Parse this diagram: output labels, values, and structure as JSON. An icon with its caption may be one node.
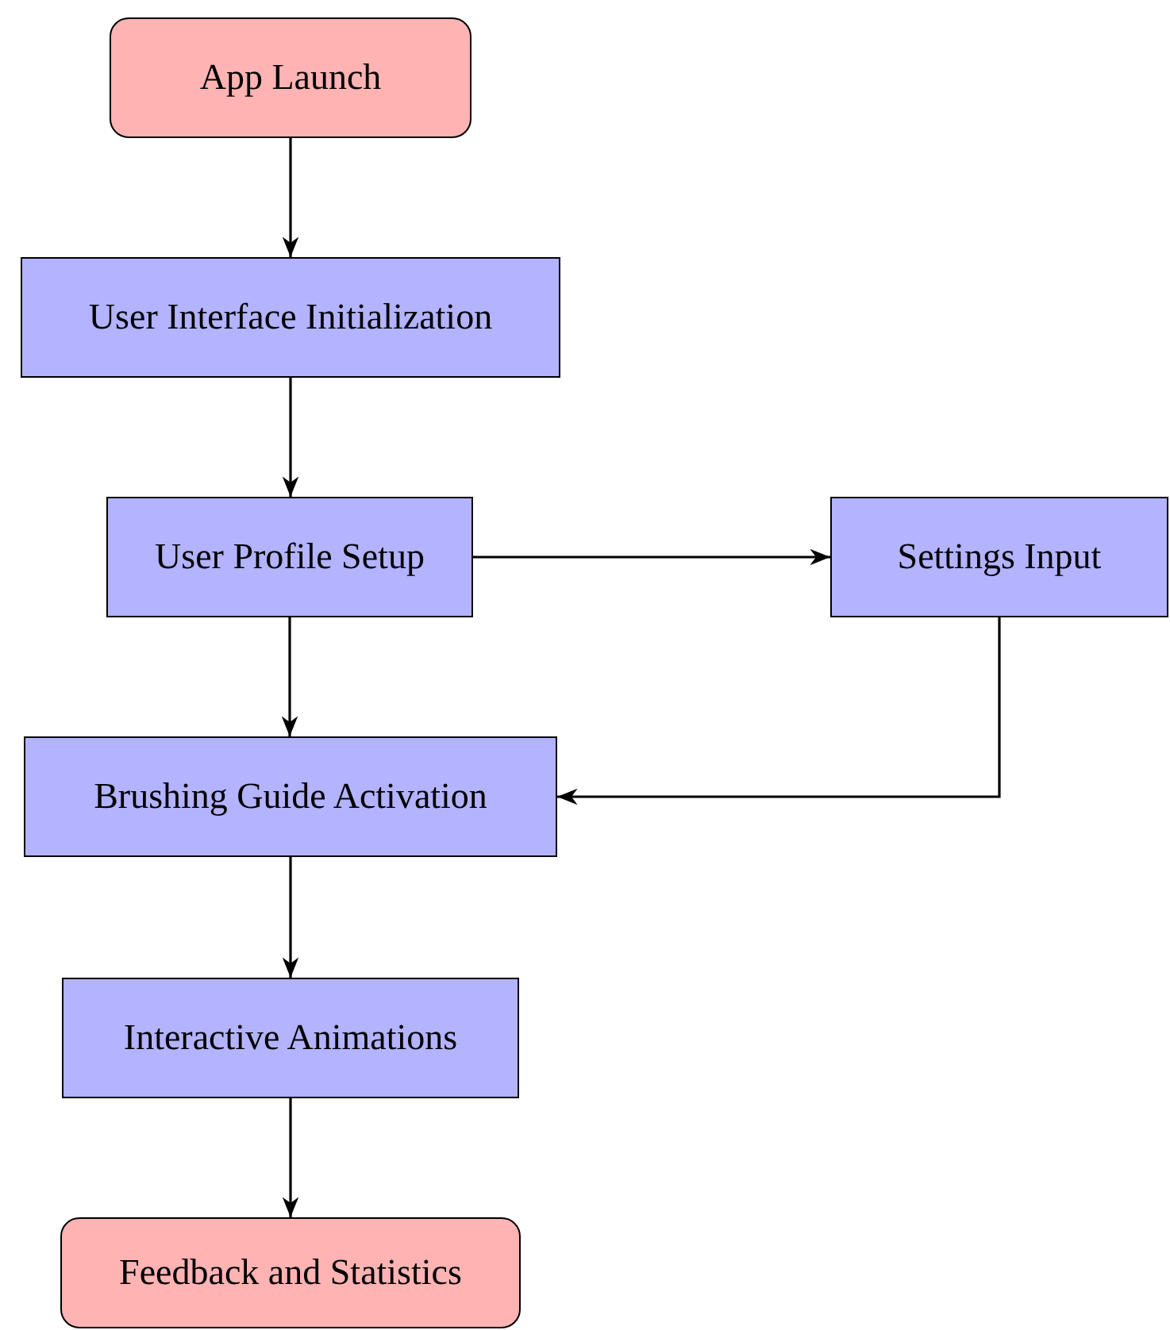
{
  "diagram": {
    "nodes": [
      {
        "text": [
          "App Launch"
        ]
      },
      {
        "text": [
          "User Interface Initialization"
        ]
      },
      {
        "text": [
          "User Profile Setup"
        ]
      },
      {
        "text": [
          "Settings Input"
        ]
      },
      {
        "text": [
          "Brushing Guide Activation"
        ]
      },
      {
        "text": [
          "Interactive Animations"
        ]
      },
      {
        "text": [
          "Feedback and Statistics"
        ]
      }
    ],
    "edges": [
      {
        "from": 0,
        "to": 1,
        "arrow": "to"
      },
      {
        "from": 1,
        "to": 2,
        "arrow": "to"
      },
      {
        "from": 2,
        "to": 3,
        "arrow": "to"
      },
      {
        "from": 2,
        "to": 4,
        "arrow": "to"
      },
      {
        "from": 3,
        "to": 4,
        "arrow": "to"
      },
      {
        "from": 4,
        "to": 5,
        "arrow": "to"
      },
      {
        "from": 5,
        "to": 6,
        "arrow": "to"
      }
    ]
  }
}
